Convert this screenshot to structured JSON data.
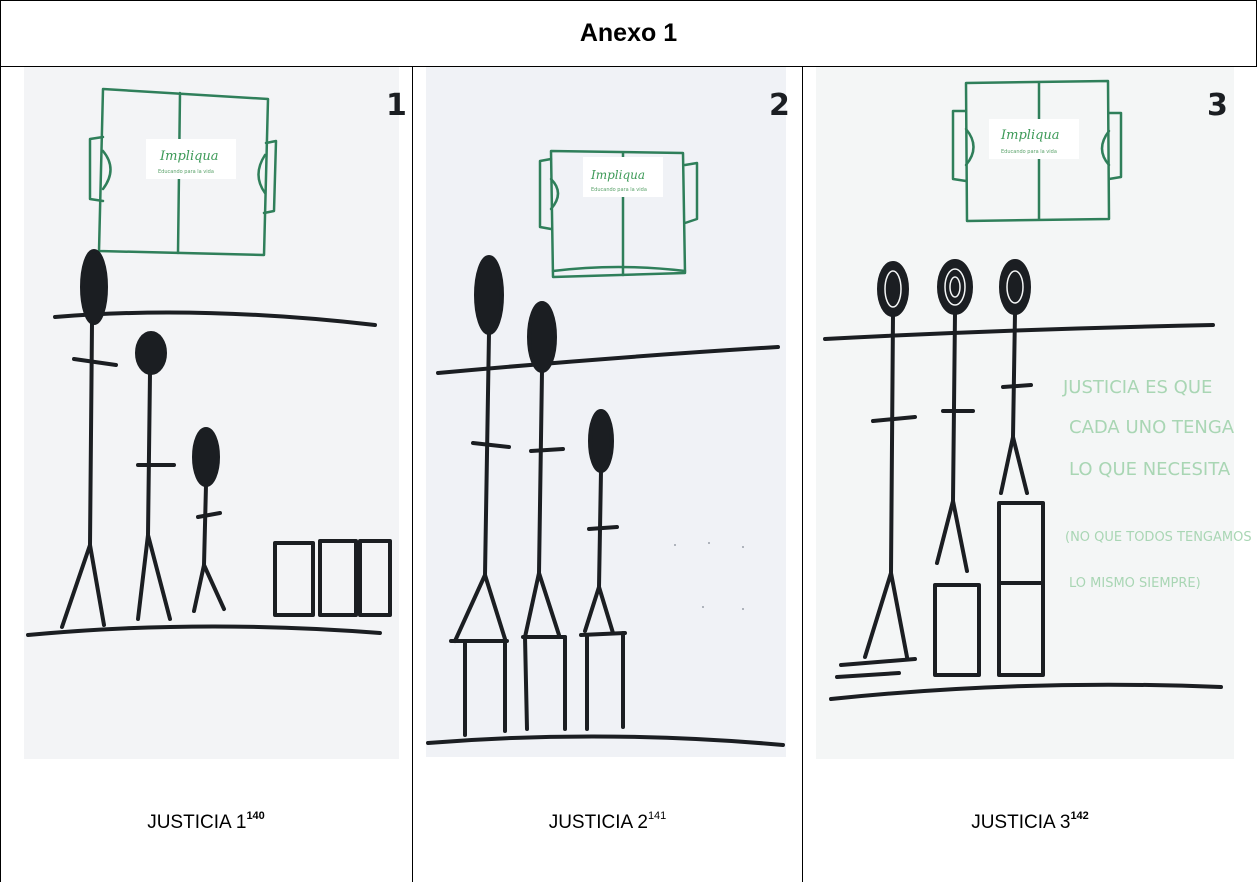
{
  "annex_title": "Anexo 1",
  "panels": [
    {
      "number": "1",
      "caption": "JUSTICIA 1",
      "footnote": "140",
      "logo": "Impliqua",
      "logo_tagline": "Educando para la vida"
    },
    {
      "number": "2",
      "caption": "JUSTICIA 2",
      "footnote": "141",
      "logo": "Impliqua",
      "logo_tagline": "Educando para la vida"
    },
    {
      "number": "3",
      "caption": "JUSTICIA 3",
      "footnote": "142",
      "logo": "Impliqua",
      "logo_tagline": "Educando para la vida",
      "handwritten_note": [
        "JUSTICIA ES QUE",
        "CADA UNO TENGA",
        "LO QUE NECESITA",
        "(NO QUE TODOS TENGAMOS",
        "LO MISMO SIEMPRE)"
      ]
    }
  ],
  "colors": {
    "ink": "#1b1e22",
    "field_green": "#2f7f5a",
    "note_green": "#a9d6b4",
    "border": "#000000"
  }
}
